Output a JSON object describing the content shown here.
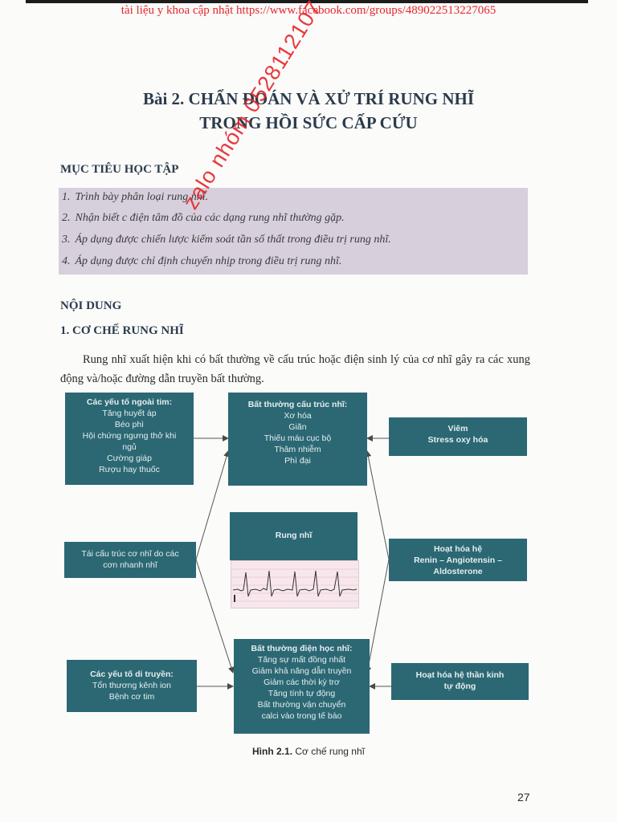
{
  "header_link": "tài liệu y khoa cập nhật https://www.facebook.com/groups/489022513227065",
  "title_line1": "Bài 2. CHẨN ĐOÁN VÀ XỬ TRÍ RUNG NHĨ",
  "title_line2": "TRONG HỒI SỨC CẤP CỨU",
  "objectives_heading": "MỤC TIÊU HỌC TẬP",
  "objectives": [
    {
      "num": "1.",
      "text": "Trình bày phân loại rung nhĩ."
    },
    {
      "num": "2.",
      "text": "Nhận biết c điện tâm đồ của các dạng rung nhĩ thường gặp."
    },
    {
      "num": "3.",
      "text": "Áp dụng được chiến lược kiểm soát tần số thất trong điều trị rung nhĩ."
    },
    {
      "num": "4.",
      "text": "Áp dụng được chỉ định chuyển nhịp trong điều trị rung nhĩ."
    }
  ],
  "watermark": "zalo nhóm 0528112107",
  "content_heading": "NỘI DUNG",
  "mechanism_heading": "1. CƠ CHẾ RUNG NHĨ",
  "paragraph": "Rung nhĩ xuất hiện khi có bất thường về cấu trúc hoặc điện sinh lý của cơ nhĩ gây ra các xung động và/hoặc đường dẫn truyền bất thường.",
  "diagram": {
    "external_factors": {
      "heading": "Các yếu tố ngoài tim:",
      "items": [
        "Tăng huyết áp",
        "Béo phì",
        "Hội chứng ngưng thở khi",
        "ngủ",
        "Cường giáp",
        "Rượu hay thuốc"
      ]
    },
    "structural_abnormality": {
      "heading": "Bất thường cấu trúc nhĩ:",
      "items": [
        "Xơ hóa",
        "Giãn",
        "Thiếu máu cục bộ",
        "Thâm nhiễm",
        "Phì đại"
      ]
    },
    "inflammation": {
      "items": [
        "Viêm",
        "Stress oxy hóa"
      ]
    },
    "af": "Rung nhĩ",
    "remodeling": {
      "items": [
        "Tái cấu trúc cơ nhĩ do các",
        "cơn nhanh nhĩ"
      ]
    },
    "raas": {
      "items": [
        "Hoạt hóa hệ",
        "Renin – Angiotensin –",
        "Aldosterone"
      ]
    },
    "electrical_abnormality": {
      "heading": "Bất thường điện học nhĩ:",
      "items": [
        "Tăng sự mất đồng nhất",
        "Giảm khả năng dẫn truyền",
        "Giảm các thời kỳ trơ",
        "Tăng tính tự động",
        "Bất thường vận chuyển",
        "calci vào trong tế bào"
      ]
    },
    "genetic_factors": {
      "heading": "Các yếu tố di truyền:",
      "items": [
        "Tổn thương kênh ion",
        "Bệnh cơ tim"
      ]
    },
    "autonomic": {
      "items": [
        "Hoạt hóa hệ thần kinh",
        "tự động"
      ]
    },
    "box_color": "#2b6874",
    "ecg_bg": "#f7e7ec"
  },
  "caption_label": "Hình 2.1.",
  "caption_text": "Cơ chế rung nhĩ",
  "page_number": "27",
  "colors": {
    "header_link": "#e8262a",
    "watermark": "#e8282b",
    "objectives_bg": "#d7cfdc"
  }
}
